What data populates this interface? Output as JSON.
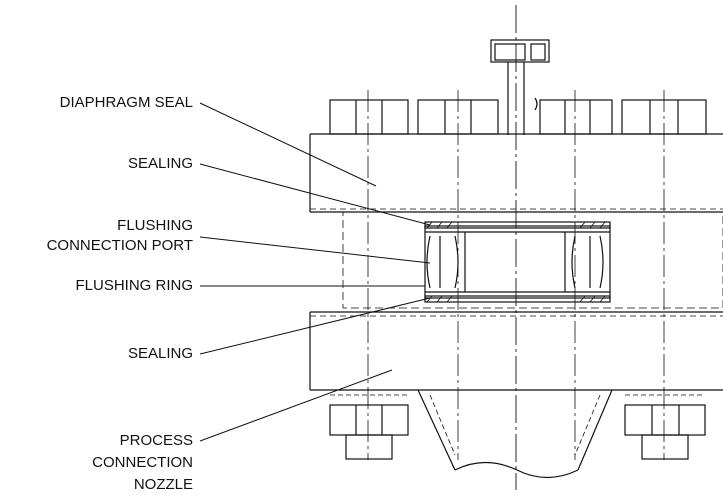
{
  "labels": {
    "diaphragm_seal": "DIAPHRAGM SEAL",
    "sealing_top": "SEALING",
    "flushing_port_line1": "FLUSHING",
    "flushing_port_line2": "CONNECTION PORT",
    "flushing_ring": "FLUSHING RING",
    "sealing_bottom": "SEALING",
    "process_line1": "PROCESS",
    "process_line2": "CONNECTION",
    "process_line3": "NOZZLE"
  },
  "colors": {
    "ink": "#111111",
    "background": "#ffffff"
  }
}
